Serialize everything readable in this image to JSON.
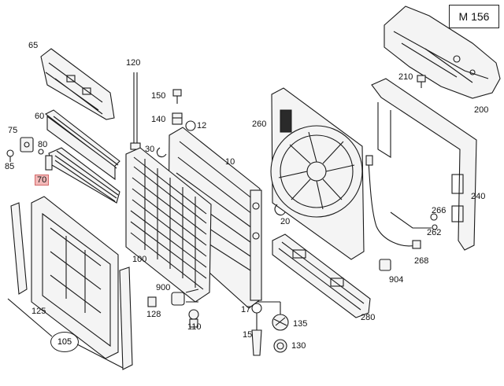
{
  "model_code": "M 156",
  "callouts": [
    {
      "id": "p65",
      "text": "65"
    },
    {
      "id": "p60",
      "text": "60"
    },
    {
      "id": "p75",
      "text": "75"
    },
    {
      "id": "p80",
      "text": "80"
    },
    {
      "id": "p85",
      "text": "85"
    },
    {
      "id": "p70",
      "text": "70",
      "highlighted": true
    },
    {
      "id": "p120",
      "text": "120"
    },
    {
      "id": "p150",
      "text": "150"
    },
    {
      "id": "p140",
      "text": "140"
    },
    {
      "id": "p12",
      "text": "12"
    },
    {
      "id": "p30",
      "text": "30"
    },
    {
      "id": "p10",
      "text": "10"
    },
    {
      "id": "p260",
      "text": "260"
    },
    {
      "id": "p20",
      "text": "20"
    },
    {
      "id": "p210",
      "text": "210"
    },
    {
      "id": "p200",
      "text": "200"
    },
    {
      "id": "p240",
      "text": "240"
    },
    {
      "id": "p266",
      "text": "266"
    },
    {
      "id": "p262",
      "text": "262"
    },
    {
      "id": "p268",
      "text": "268"
    },
    {
      "id": "p100",
      "text": "100"
    },
    {
      "id": "p900",
      "text": "900"
    },
    {
      "id": "p904",
      "text": "904"
    },
    {
      "id": "p128",
      "text": "128"
    },
    {
      "id": "p110",
      "text": "110"
    },
    {
      "id": "p17",
      "text": "17"
    },
    {
      "id": "p135",
      "text": "135"
    },
    {
      "id": "p15",
      "text": "15"
    },
    {
      "id": "p130",
      "text": "130"
    },
    {
      "id": "p280",
      "text": "280"
    },
    {
      "id": "p125",
      "text": "125"
    },
    {
      "id": "p105",
      "text": "105"
    }
  ],
  "highlight_color": "#f2b8b8"
}
